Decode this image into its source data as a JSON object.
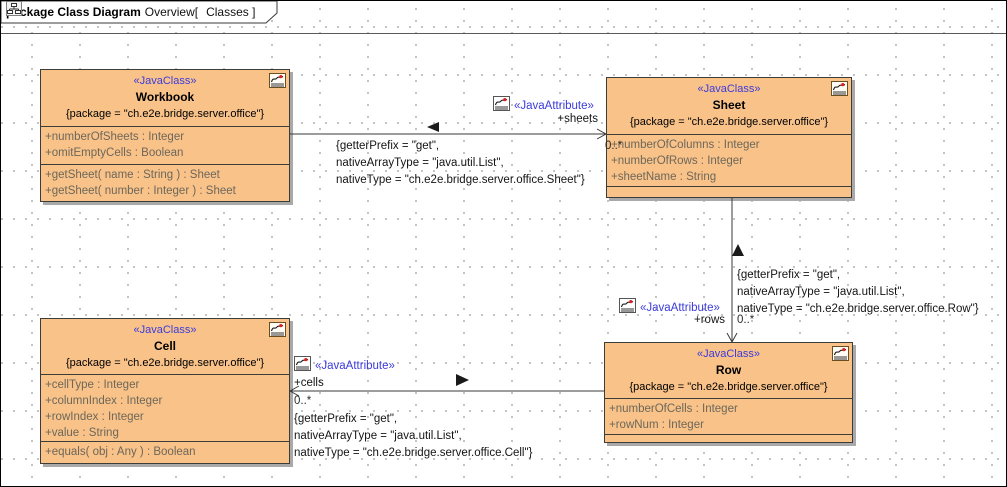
{
  "frame": {
    "kind_label": "package Class Diagram",
    "name_label": "Overview[",
    "diagram_label": "Classes ]"
  },
  "icons": {
    "tab_icon": "classes-hierarchy-icon",
    "class_badge": "annotation-pen-icon"
  },
  "colors": {
    "class_fill": "#f8c289",
    "class_border": "#3c3c38",
    "shadow_gray": "#a9a9a9",
    "stereotype_blue": "#3b3bdc",
    "member_text": "#6d675a",
    "connector": "#3a3a3a"
  },
  "classes": [
    {
      "stereotype": "«JavaClass»",
      "name": "Workbook",
      "package": "{package = \"ch.e2e.bridge.server.office\"}",
      "attributes": [
        "+numberOfSheets : Integer",
        "+omitEmptyCells : Boolean"
      ],
      "operations": [
        "+getSheet( name : String ) : Sheet",
        "+getSheet( number : Integer ) : Sheet"
      ]
    },
    {
      "stereotype": "«JavaClass»",
      "name": "Sheet",
      "package": "{package = \"ch.e2e.bridge.server.office\"}",
      "attributes": [
        "+numberOfColumns : Integer",
        "+numberOfRows : Integer",
        "+sheetName : String"
      ],
      "operations": []
    },
    {
      "stereotype": "«JavaClass»",
      "name": "Cell",
      "package": "{package = \"ch.e2e.bridge.server.office\"}",
      "attributes": [
        "+cellType : Integer",
        "+columnIndex : Integer",
        "+rowIndex : Integer",
        "+value : String"
      ],
      "operations": [
        "+equals( obj : Any ) : Boolean"
      ]
    },
    {
      "stereotype": "«JavaClass»",
      "name": "Row",
      "package": "{package = \"ch.e2e.bridge.server.office\"}",
      "attributes": [
        "+numberOfCells : Integer",
        "+rowNum : Integer"
      ],
      "operations": []
    }
  ],
  "associations": [
    {
      "stereotype": "«JavaAttribute»",
      "role": "+sheets",
      "multiplicity": "0..*",
      "constraint_line1": "{getterPrefix = \"get\",",
      "constraint_line2": "nativeArrayType = \"java.util.List\",",
      "constraint_line3": "nativeType = \"ch.e2e.bridge.server.office.Sheet\"}"
    },
    {
      "stereotype": "«JavaAttribute»",
      "role": "+rows",
      "multiplicity": "0..*",
      "constraint_line1": "{getterPrefix = \"get\",",
      "constraint_line2": "nativeArrayType = \"java.util.List\",",
      "constraint_line3": "nativeType = \"ch.e2e.bridge.server.office.Row\"}"
    },
    {
      "stereotype": "«JavaAttribute»",
      "role": "+cells",
      "multiplicity": "0..*",
      "constraint_line1": "{getterPrefix = \"get\",",
      "constraint_line2": "nativeArrayType = \"java.util.List\",",
      "constraint_line3": "nativeType = \"ch.e2e.bridge.server.office.Cell\"}"
    }
  ]
}
